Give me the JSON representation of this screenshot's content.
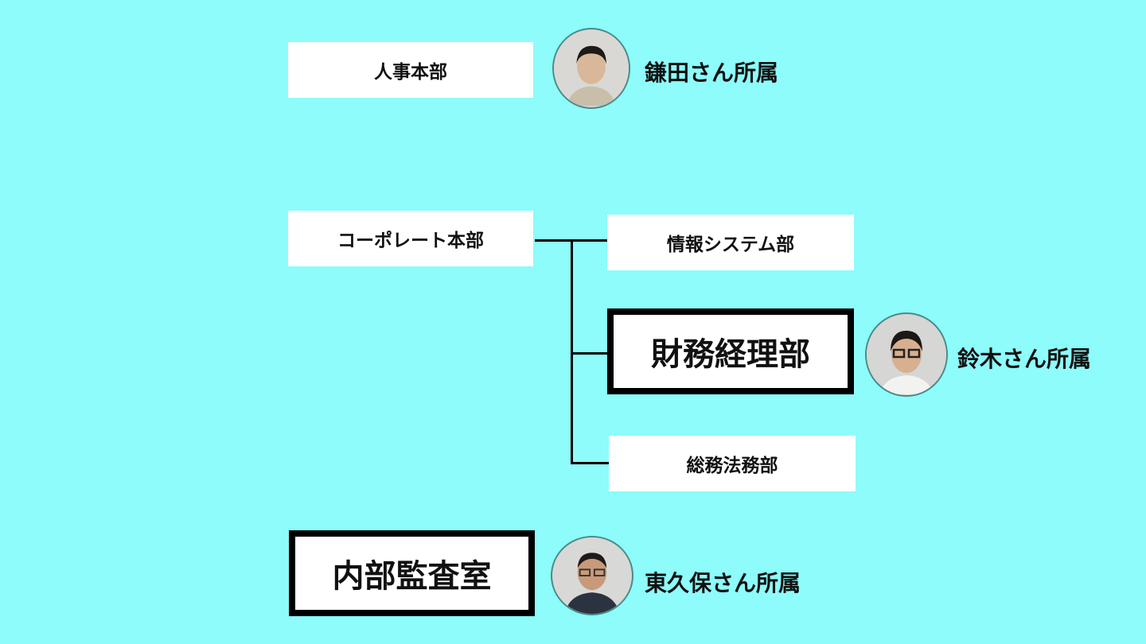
{
  "org": {
    "hr": {
      "label": "人事本部",
      "member": "鎌田さん所属"
    },
    "corporate": {
      "label": "コーポレート本部",
      "children": [
        {
          "label": "情報システム部"
        },
        {
          "label": "財務経理部",
          "member": "鈴木さん所属",
          "highlighted": true
        },
        {
          "label": "総務法務部"
        }
      ]
    },
    "audit": {
      "label": "内部監査室",
      "member": "東久保さん所属",
      "highlighted": true
    }
  },
  "colors": {
    "background": "#8dfcfb",
    "box": "#ffffff",
    "line": "#000000"
  }
}
